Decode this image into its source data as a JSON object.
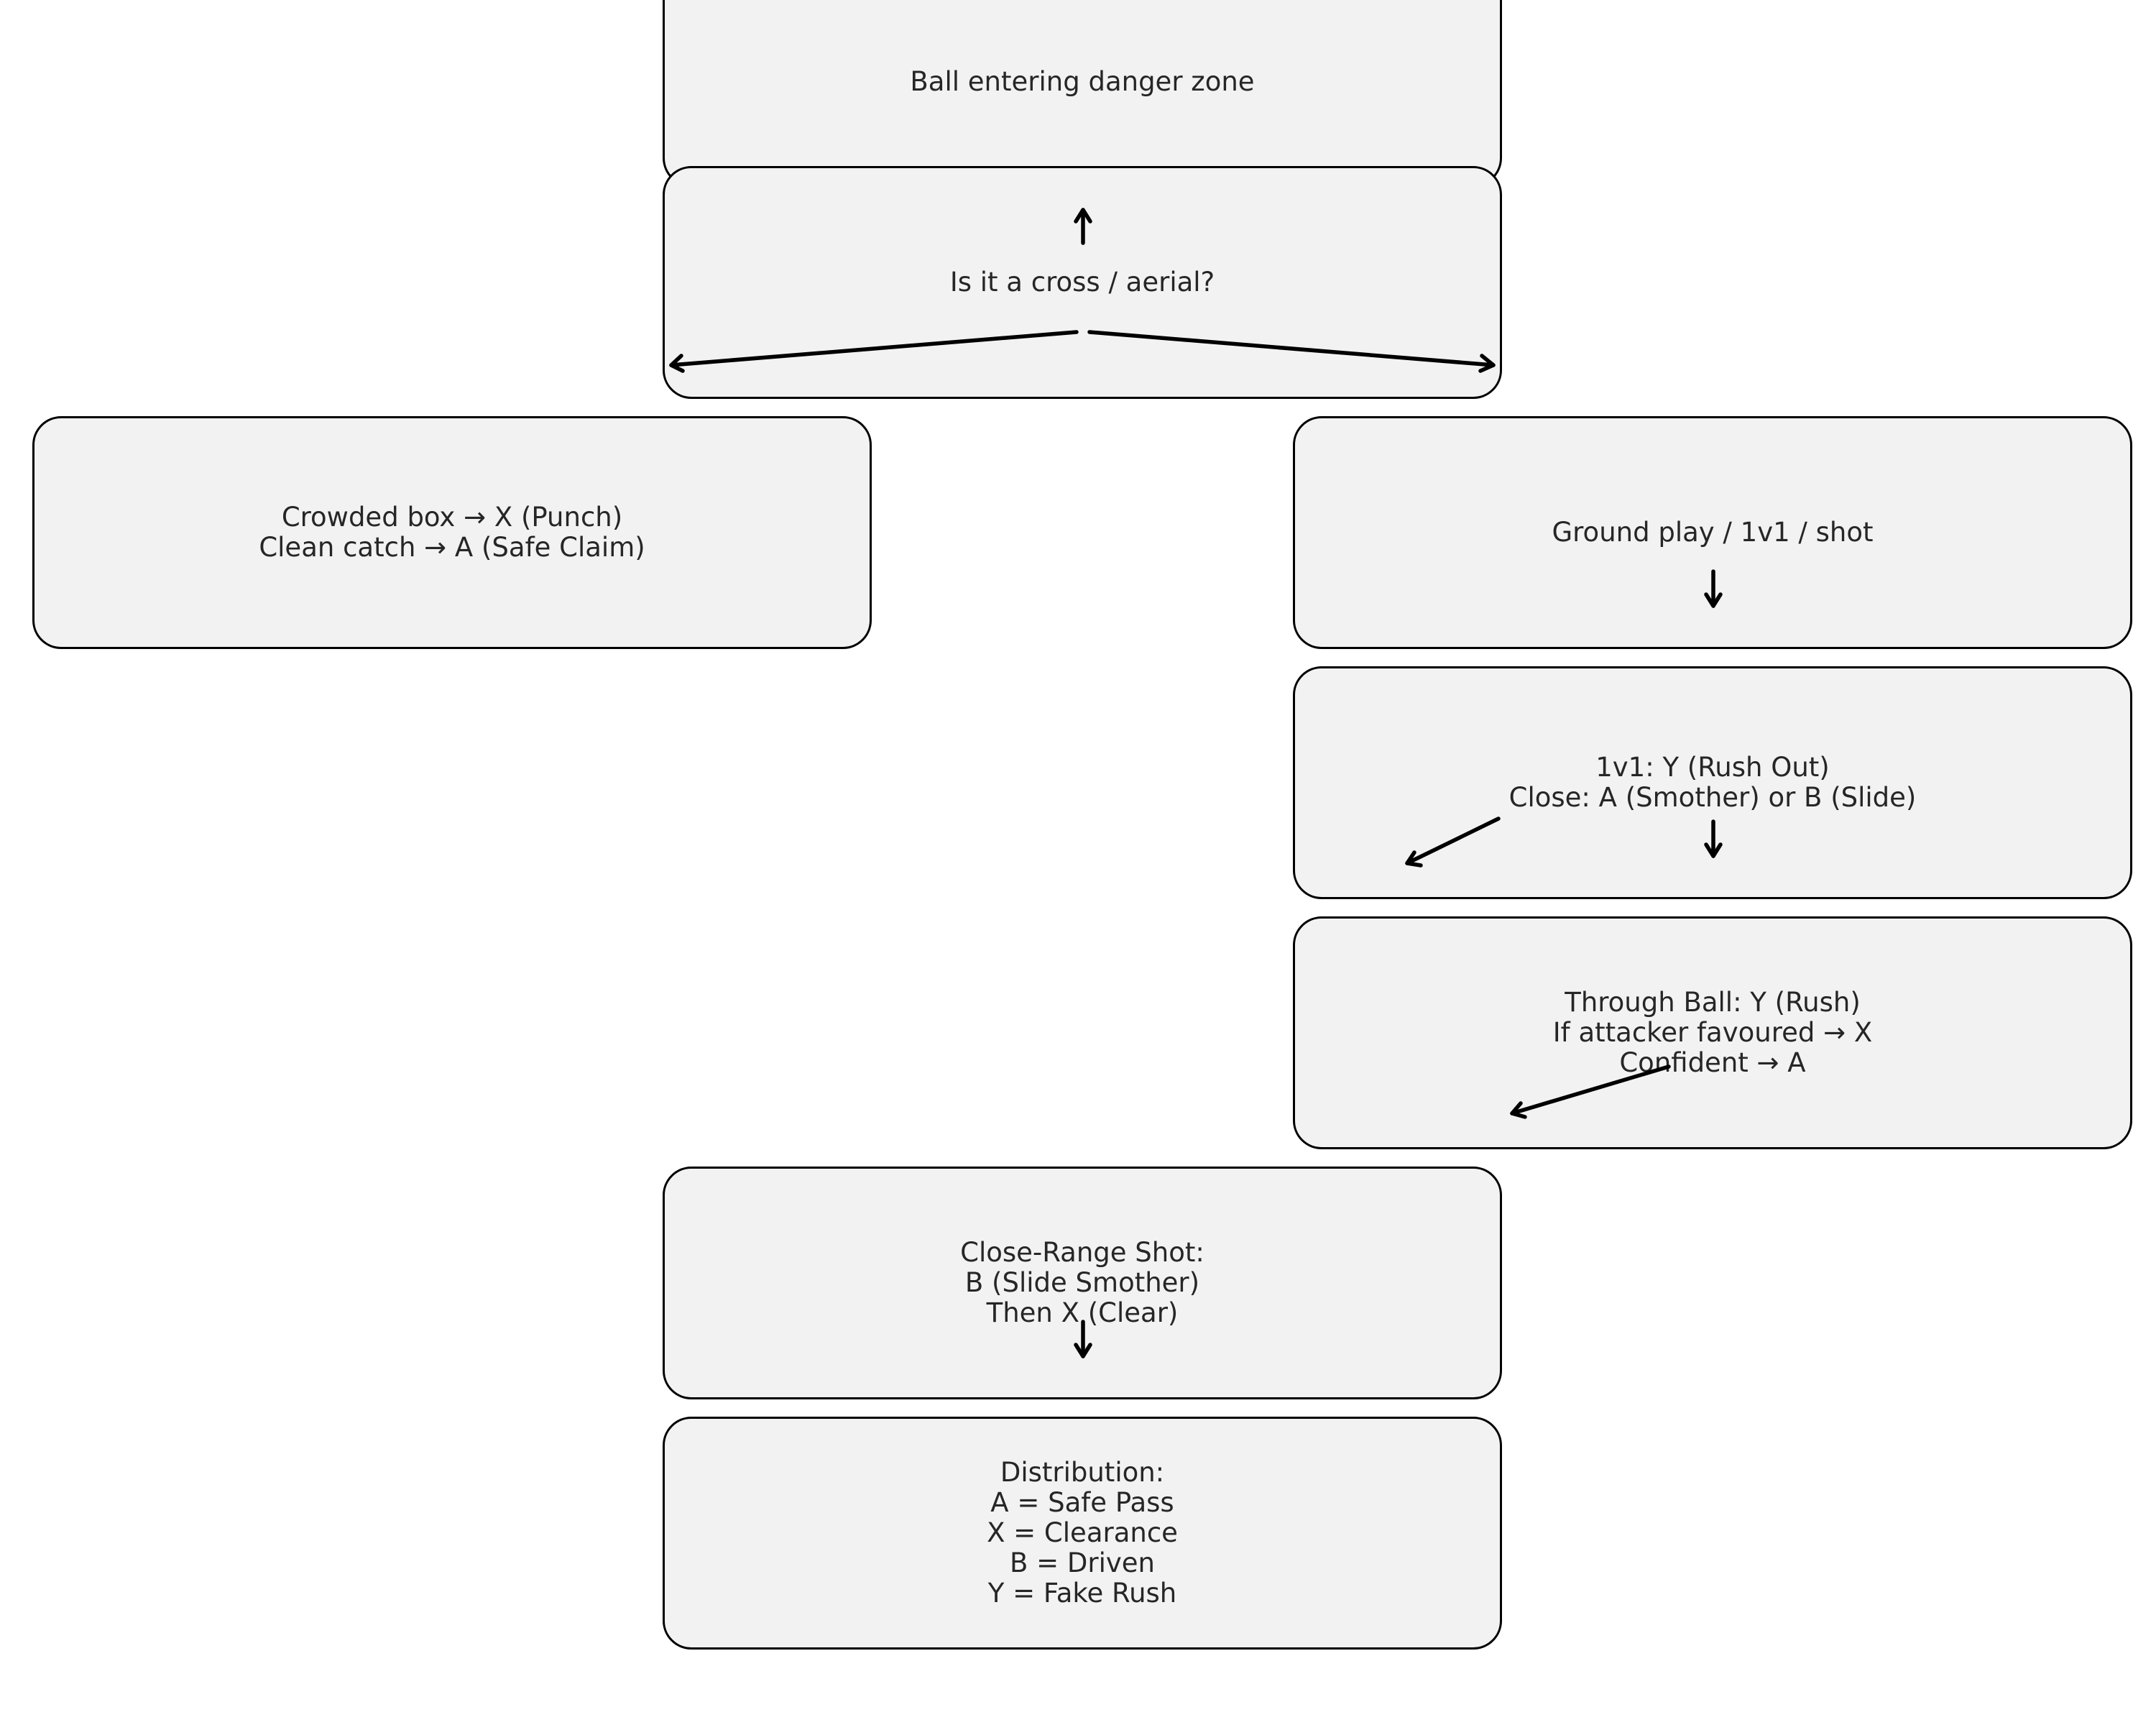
{
  "diagram": {
    "nodes": {
      "start": "Ball entering danger zone",
      "cross_question": "Is it a cross / aerial?",
      "aerial_options": "Crowded box → X (Punch)\nClean catch → A (Safe Claim)",
      "ground_play": "Ground play / 1v1 / shot",
      "one_v_one": "1v1: Y (Rush Out)\nClose: A (Smother) or B (Slide)",
      "through_ball": "Through Ball: Y (Rush)\nIf attacker favoured → X\nConfident → A",
      "close_range": "Close-Range Shot:\nB (Slide Smother)\nThen X (Clear)",
      "distribution": "Distribution:\nA = Safe Pass\nX = Clearance\nB = Driven\nY = Fake Rush"
    },
    "colors": {
      "box_fill": "#f2f2f2",
      "box_border": "#000000",
      "text": "#262626",
      "arrow": "#000000"
    }
  }
}
